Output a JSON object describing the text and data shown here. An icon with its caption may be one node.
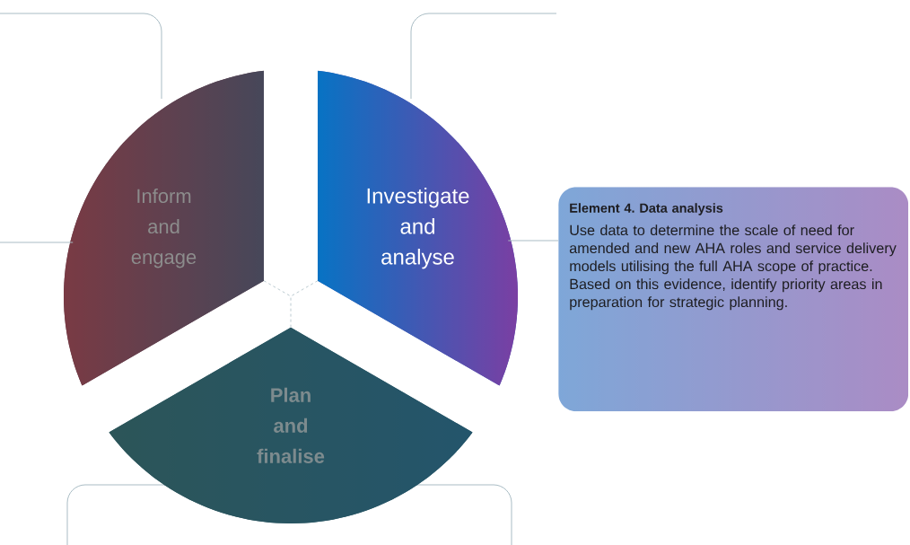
{
  "diagram": {
    "nodes": [
      {
        "text": [
          "Inform and engage"
        ]
      },
      {
        "text": [
          "Investigate and analyse"
        ]
      },
      {
        "text": [
          "Plan and finalise"
        ]
      },
      {
        "text": [
          "Element 4. Data analysis",
          "Use data to determine the scale of need for amended and new AHA roles and service delivery models utilising the full AHA scope of practice. Based on this evidence, identify priority areas in preparation for strategic planning."
        ]
      }
    ],
    "edges": [
      {
        "from": null,
        "to": 0,
        "arrow": "none"
      },
      {
        "from": 1,
        "to": 3,
        "arrow": "none"
      }
    ]
  }
}
